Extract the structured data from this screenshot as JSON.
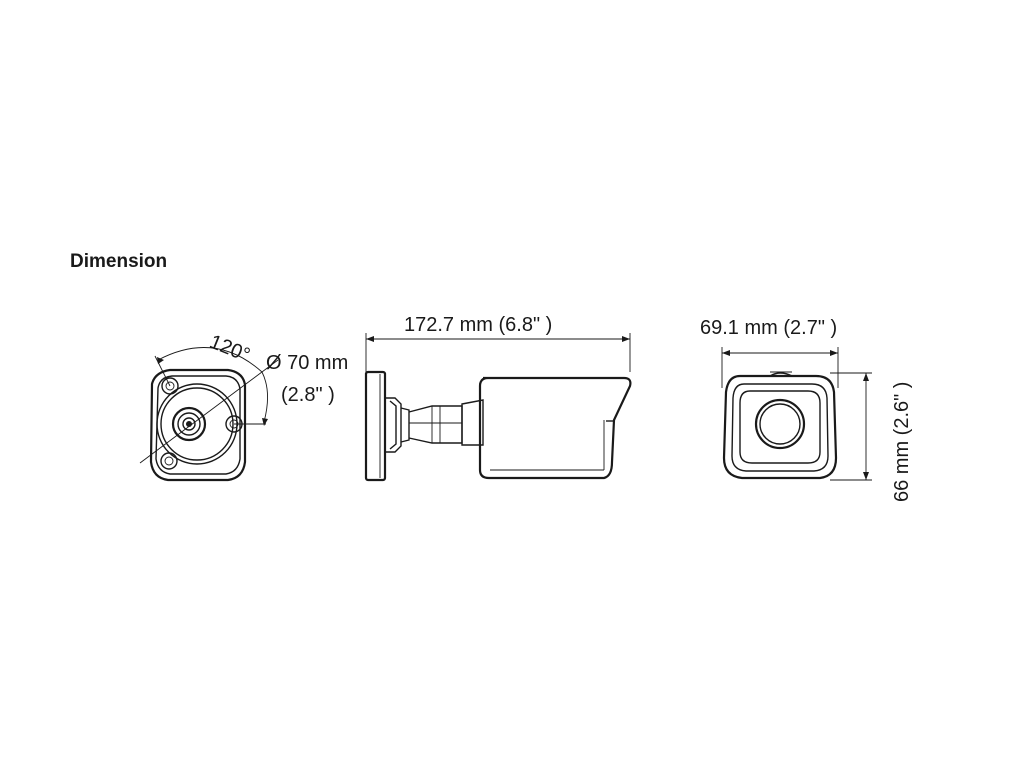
{
  "heading": "Dimension",
  "rear_view": {
    "angle_label": "120°",
    "diameter_label": "Ø 70 mm",
    "diameter_inch": "(2.8\" )"
  },
  "side_view": {
    "length_label": "172.7 mm (6.8\" )"
  },
  "front_view": {
    "width_label": "69.1 mm (2.7\" )",
    "height_label": "66 mm (2.6\" )"
  }
}
